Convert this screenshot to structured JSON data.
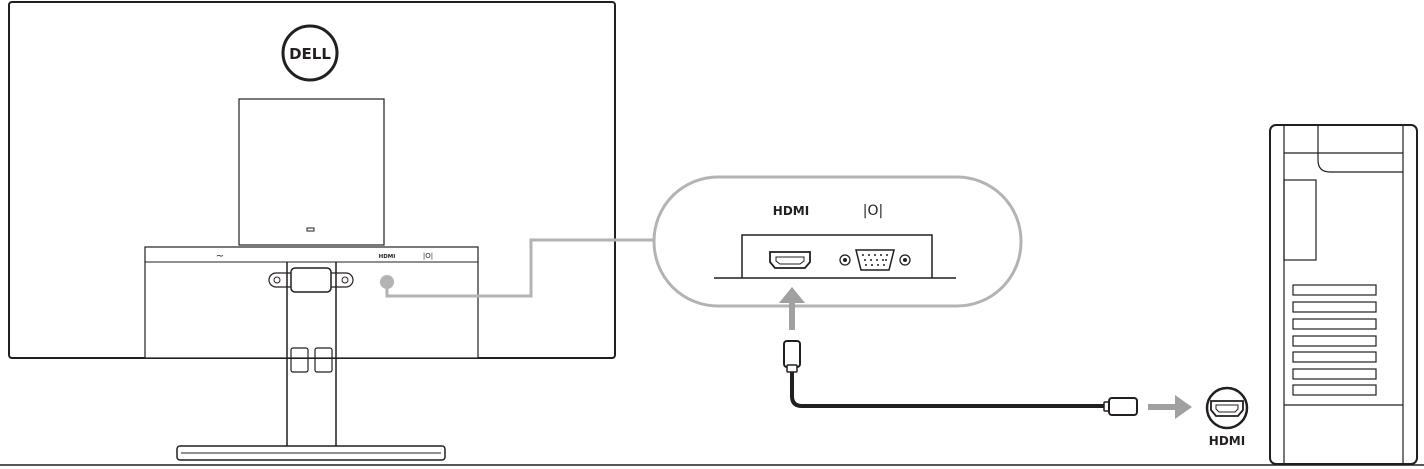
{
  "brand": {
    "logo_text": "DELL"
  },
  "monitor": {
    "power_symbol": "~",
    "port_label_hdmi": "HDMI",
    "port_label_vga": "|O|"
  },
  "callout": {
    "port_label_hdmi": "HDMI",
    "port_label_vga": "|O|"
  },
  "computer": {
    "port_label_hdmi": "HDMI"
  },
  "colors": {
    "line": "#231f20",
    "callout_gray": "#b3b3b3",
    "arrow_gray": "#a0a0a0"
  }
}
